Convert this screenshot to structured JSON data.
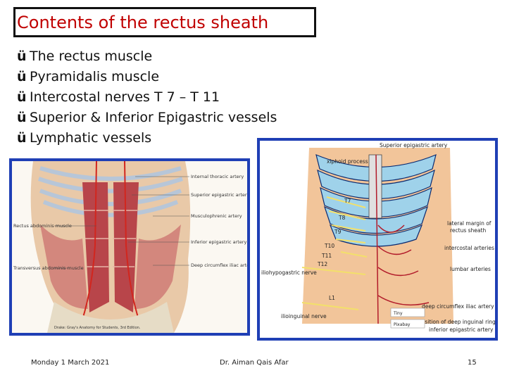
{
  "slide": {
    "title": "Contents of the rectus sheath",
    "bullets": [
      "The rectus muscle",
      "Pyramidalis muscle",
      "Intercostal nerves  T 7 – T 11",
      "Superior & Inferior Epigastric vessels",
      "Lymphatic vessels"
    ],
    "bullet_glyph": "ü"
  },
  "figure_left": {
    "labels": [
      "Internal thoracic artery",
      "Superior epigastric artery",
      "Musculophrenic artery",
      "Rectus abdominis muscle",
      "Inferior epigastric artery",
      "Transversus abdominis muscle",
      "Deep circumflex iliac artery"
    ],
    "credit": "Drake: Gray's Anatomy for Students, 3rd Edition."
  },
  "figure_right": {
    "labels": {
      "top": "Superior epigastric artery",
      "xiphoid": "xiphoid process",
      "lateral_margin_1": "lateral margin of",
      "lateral_margin_2": "rectus sheath",
      "intercostal": "intercostal arteries",
      "lumbar": "lumbar arteries",
      "iliohypogastric": "iliohypogastric nerve",
      "ilioinguinal": "ilioinguinal nerve",
      "deep_circ": "deep circumflex iliac artery",
      "deep_ring": "position of deep inguinal ring",
      "inf_epi": "inferior epigastric artery",
      "box1": "Tiny",
      "box2": "Pixabay"
    },
    "nerve_levels": [
      "T7",
      "T8",
      "T9",
      "T10",
      "T11",
      "T12",
      "L1"
    ]
  },
  "footer": {
    "date": "Monday 1 March 2021",
    "author": "Dr. Aiman Qais Afar",
    "page": "15"
  }
}
